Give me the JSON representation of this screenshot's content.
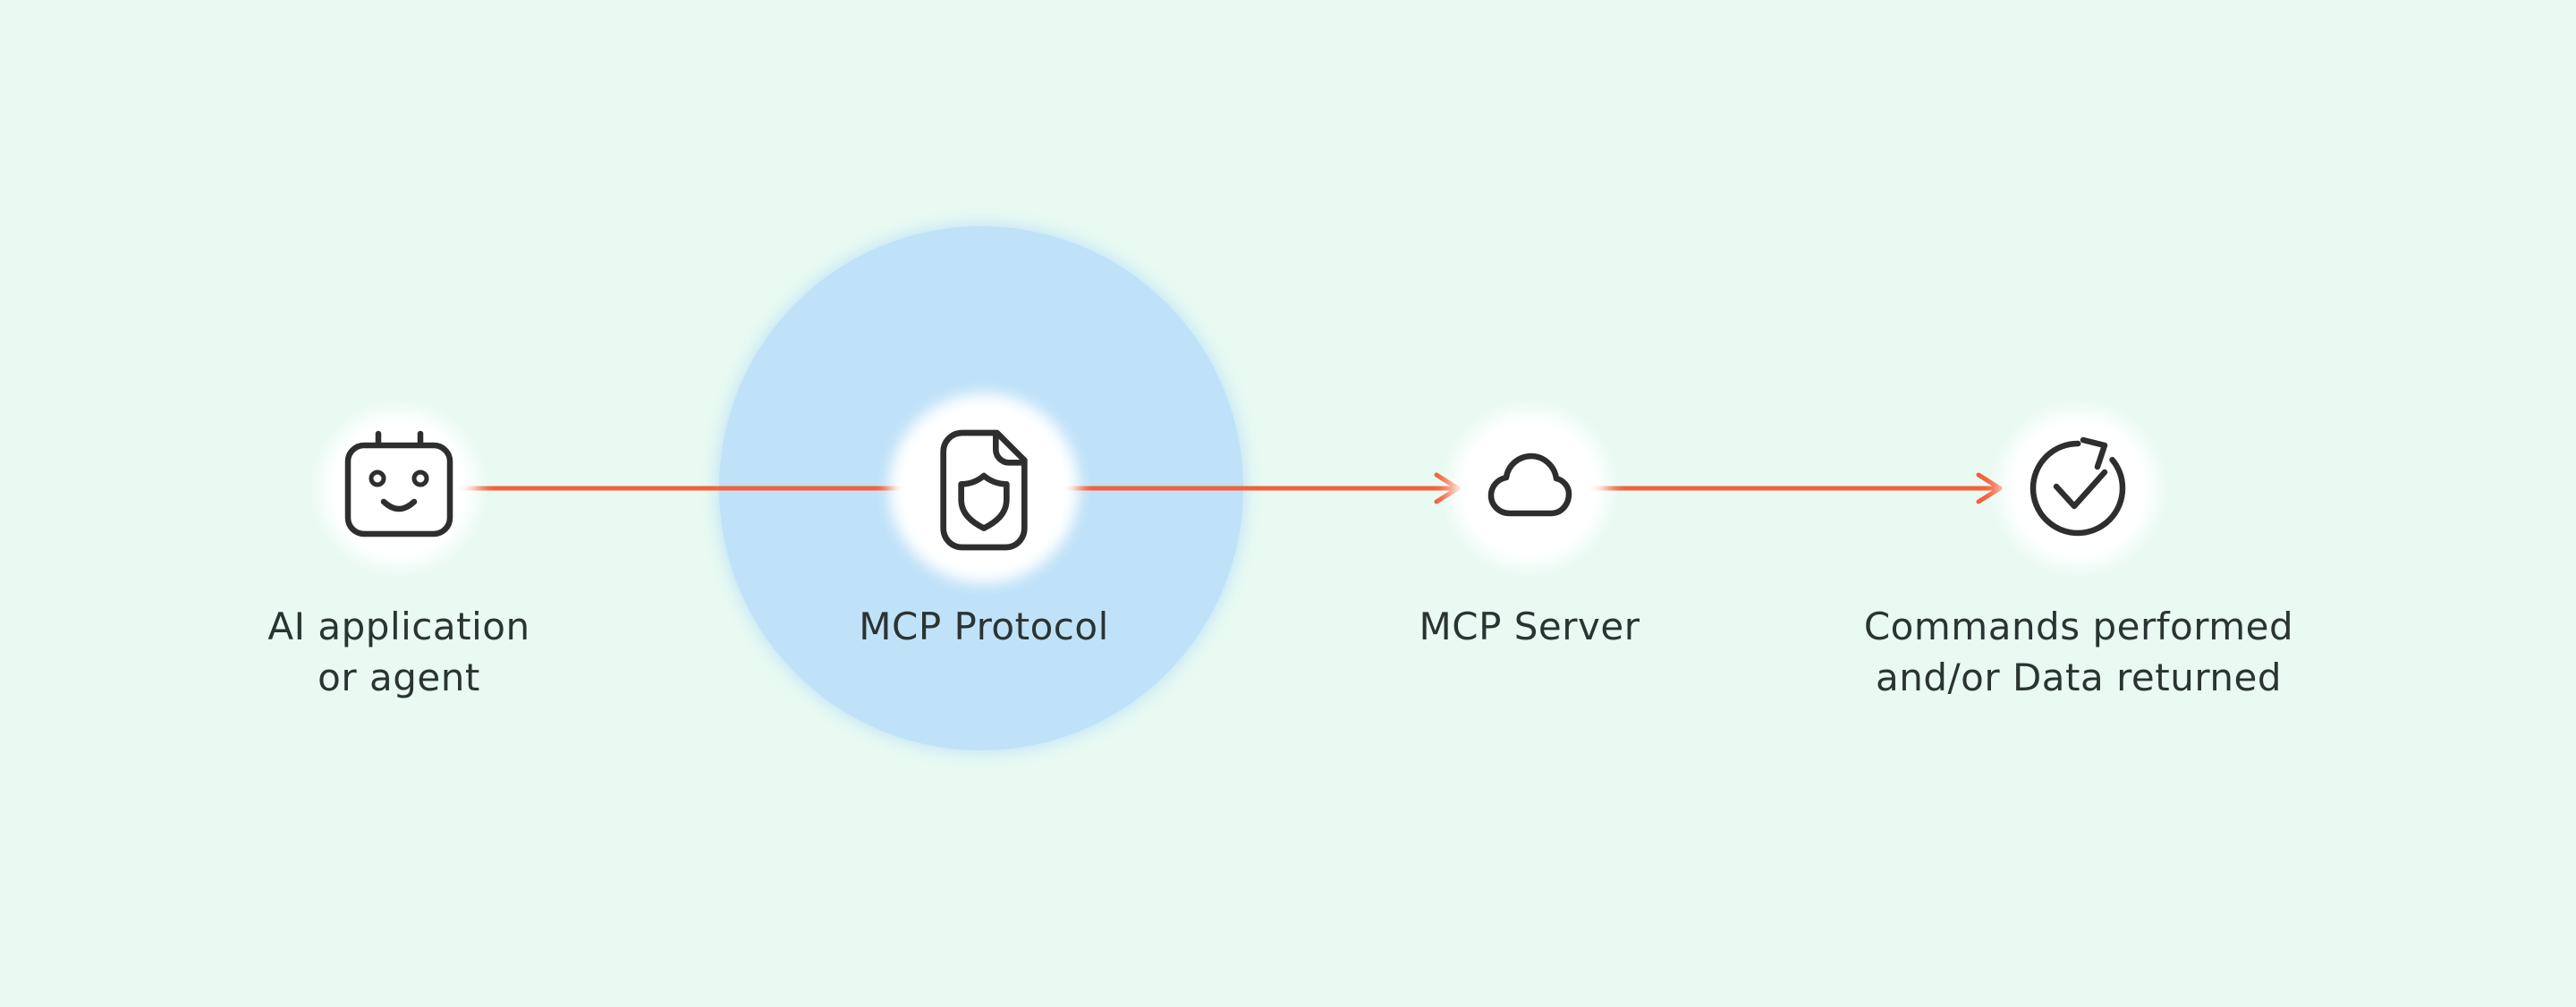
{
  "colors": {
    "background": "#e8faf2",
    "highlight_halo": "#bfe2f8",
    "node_circle": "#ffffff",
    "arrow": "#f2613a",
    "icon_stroke": "#2e2e2e",
    "label_text": "#2a3432"
  },
  "nodes": [
    {
      "id": "ai-application-or-agent",
      "icon": "robot-icon",
      "label_line1": "AI application",
      "label_line2": "or agent",
      "highlighted": false
    },
    {
      "id": "mcp-protocol",
      "icon": "shield-document-icon",
      "label_line1": "MCP Protocol",
      "highlighted": true
    },
    {
      "id": "mcp-server",
      "icon": "cloud-icon",
      "label_line1": "MCP Server",
      "highlighted": false
    },
    {
      "id": "commands-performed",
      "icon": "rotate-check-icon",
      "label_line1": "Commands performed",
      "label_line2": "and/or Data returned",
      "highlighted": false
    }
  ],
  "connections": [
    {
      "from": "ai-application-or-agent",
      "to": "mcp-server",
      "via": "mcp-protocol",
      "style": "arrow"
    },
    {
      "from": "mcp-server",
      "to": "commands-performed",
      "style": "arrow"
    }
  ]
}
